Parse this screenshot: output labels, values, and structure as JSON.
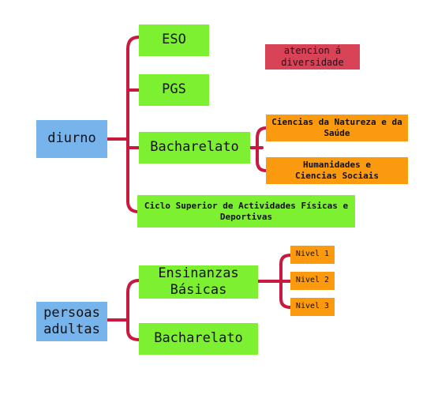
{
  "diurno": {
    "label": "diurno",
    "eso": "ESO",
    "pgs": "PGS",
    "bacharelato": "Bacharelato",
    "ciencias": "Ciencias da Natureza e da Saúde",
    "humanidades": "Humanidades e Ciencias Sociais",
    "ciclo": "Ciclo Superior de Actividades Físicas e Deportivas"
  },
  "note": "atencion á diversidade",
  "adultas": {
    "label": "persoas adultas",
    "ensinanzas": "Ensinanzas Básicas",
    "nivel1": "Nivel 1",
    "nivel2": "Nivel 2",
    "nivel3": "Nivel 3",
    "bacharelato": "Bacharelato"
  },
  "colors": {
    "root": "#78b4ec",
    "level1": "#7ef032",
    "level2": "#fb9a0e",
    "note": "#d84358",
    "connector": "#c8193f"
  }
}
